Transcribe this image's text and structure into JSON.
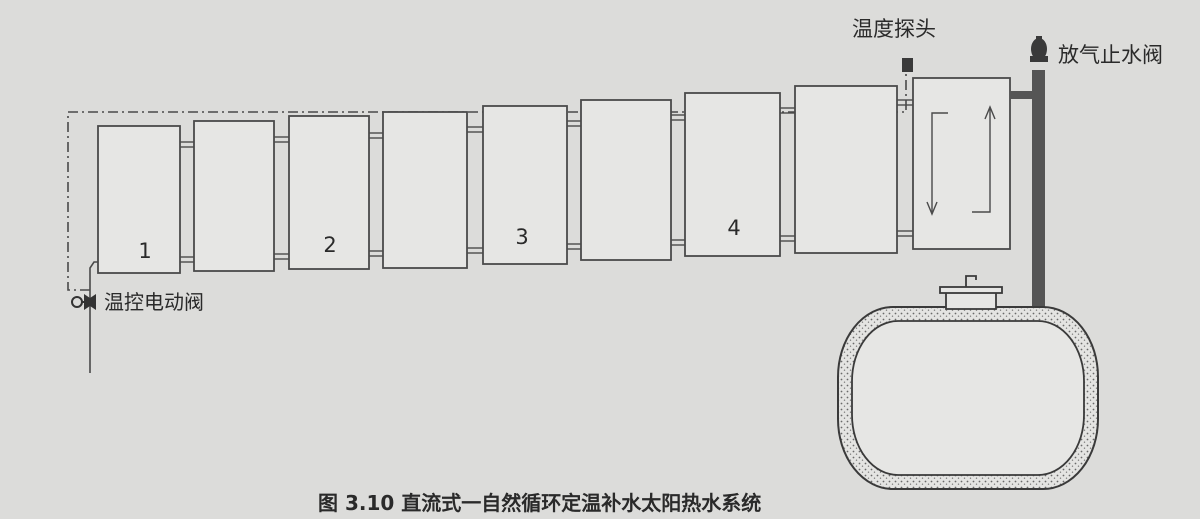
{
  "labels": {
    "temp_probe": "温度探头",
    "vent_valve": "放气止水阀",
    "thermo_valve": "温控电动阀",
    "caption": "图 3.10   直流式一自然循环定温补水太阳热水系统"
  },
  "collector_numbers": [
    "1",
    "2",
    "3",
    "4"
  ],
  "colors": {
    "paper": "#dcdcda",
    "line": "#4a4a4a",
    "text": "#2a2a2a",
    "pipe": "#555555",
    "fill_panel": "#e6e6e4"
  }
}
